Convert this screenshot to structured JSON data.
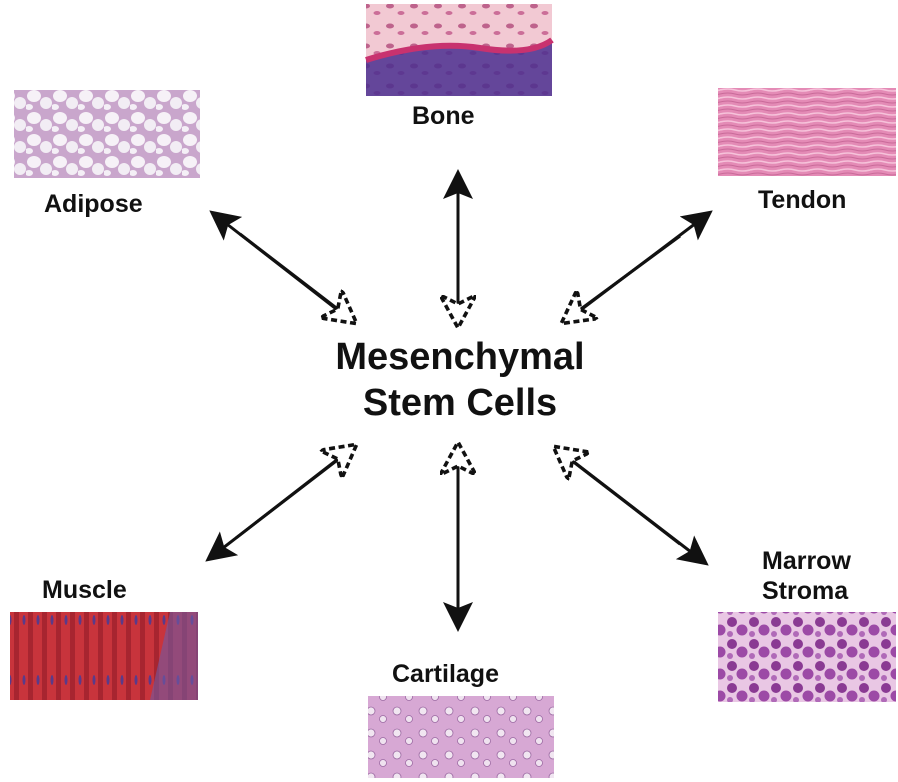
{
  "center": {
    "line1": "Mesenchymal",
    "line2": "Stem Cells"
  },
  "tissues": {
    "bone": "Bone",
    "adipose": "Adipose",
    "tendon": "Tendon",
    "muscle": "Muscle",
    "cartilage": "Cartilage",
    "marrow_line1": "Marrow",
    "marrow_line2": "Stroma"
  },
  "colors": {
    "arrow": "#111111",
    "text": "#111111"
  }
}
